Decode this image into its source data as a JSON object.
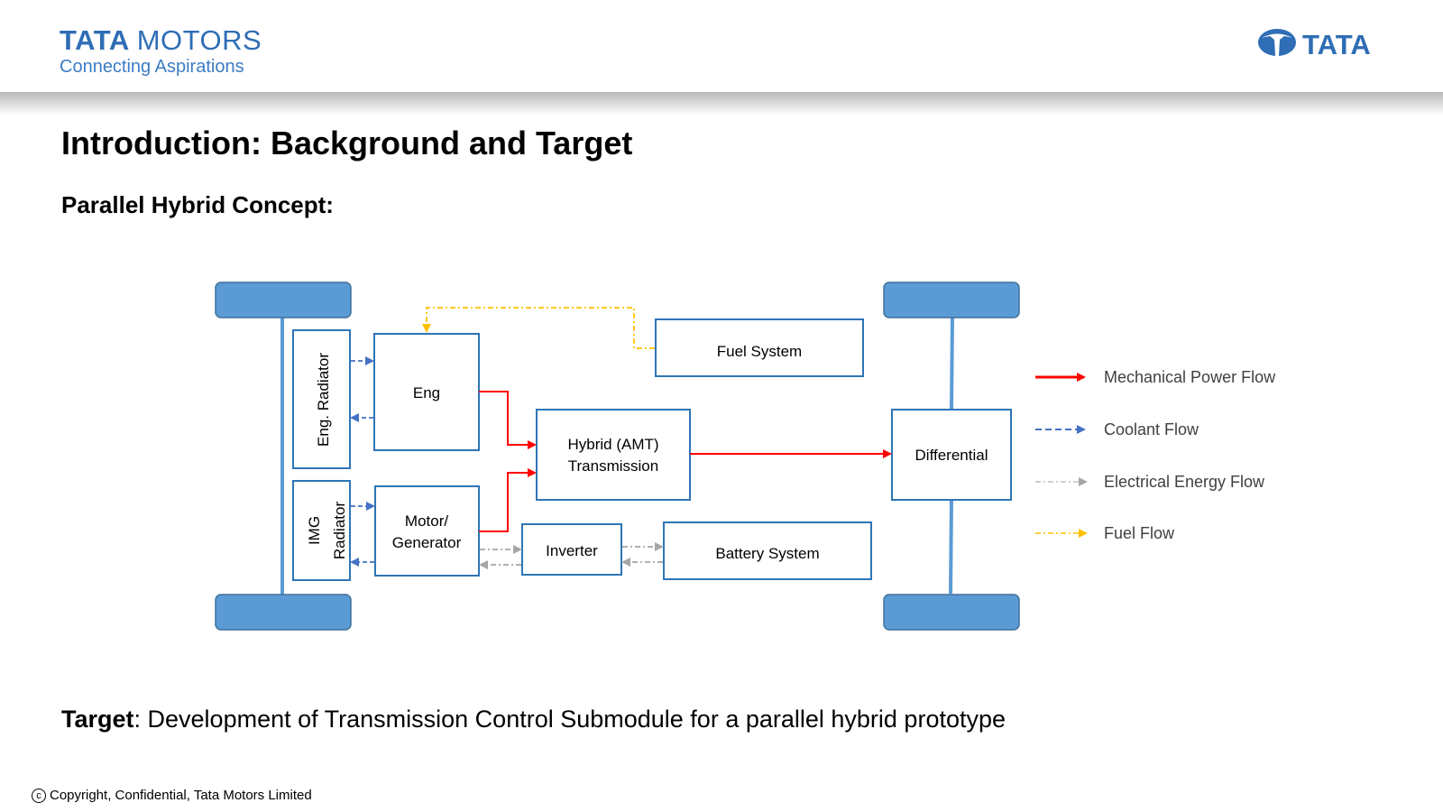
{
  "header": {
    "brand_name_bold": "TATA",
    "brand_name_light": "MOTORS",
    "brand_tagline": "Connecting Aspirations",
    "right_logo_text": "TATA",
    "brand_color": "#2f6db5"
  },
  "slide": {
    "title": "Introduction: Background and Target",
    "subtitle": "Parallel Hybrid Concept:",
    "target_label": "Target",
    "target_text": ": Development of Transmission Control Submodule for a parallel hybrid prototype"
  },
  "diagram": {
    "blocks": {
      "eng_radiator": "Eng. Radiator",
      "img_radiator_line1": "IMG",
      "img_radiator_line2": "Radiator",
      "engine": "Eng",
      "motor_line1": "Motor/",
      "motor_line2": "Generator",
      "transmission_line1": "Hybrid (AMT)",
      "transmission_line2": "Transmission",
      "inverter": "Inverter",
      "battery": "Battery System",
      "fuel_system": "Fuel System",
      "differential": "Differential"
    },
    "legend": [
      {
        "label": "Mechanical Power Flow",
        "color": "#ff0000"
      },
      {
        "label": "Coolant Flow",
        "color": "#4472c4"
      },
      {
        "label": "Electrical Energy Flow",
        "color": "#a6a6a6"
      },
      {
        "label": "Fuel Flow",
        "color": "#ffc000"
      }
    ],
    "colors": {
      "wheel_fill": "#5b9bd5",
      "block_border": "#2e75b6",
      "axle": "#5b9bd5"
    }
  },
  "footer": {
    "copyright_symbol": "c",
    "copyright_text": "Copyright, Confidential, Tata Motors Limited"
  }
}
